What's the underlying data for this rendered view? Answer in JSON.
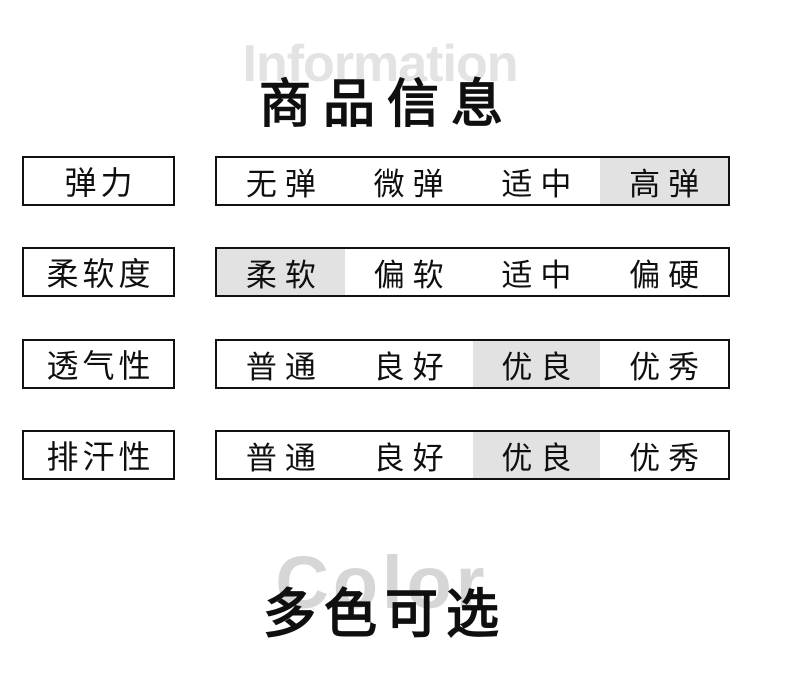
{
  "page": {
    "background": "#ffffff",
    "text_color": "#0f0f0f",
    "border_color": "#111111",
    "highlight_color": "#e2e2e2",
    "watermark_top_color": "#e3e3e3",
    "watermark_bottom_color": "#d6d6d6"
  },
  "header": {
    "watermark": "Information",
    "title": "商品信息"
  },
  "attributes": [
    {
      "label": "弹力",
      "options": [
        "无弹",
        "微弹",
        "适中",
        "高弹"
      ],
      "selected_index": 3,
      "selected_option": "高弹"
    },
    {
      "label": "柔软度",
      "options": [
        "柔软",
        "偏软",
        "适中",
        "偏硬"
      ],
      "selected_index": 0,
      "selected_option": "柔软"
    },
    {
      "label": "透气性",
      "options": [
        "普通",
        "良好",
        "优良",
        "优秀"
      ],
      "selected_index": 2,
      "selected_option": "优良"
    },
    {
      "label": "排汗性",
      "options": [
        "普通",
        "良好",
        "优良",
        "优秀"
      ],
      "selected_index": 2,
      "selected_option": "优良"
    }
  ],
  "footer": {
    "watermark": "Color",
    "title": "多色可选"
  }
}
